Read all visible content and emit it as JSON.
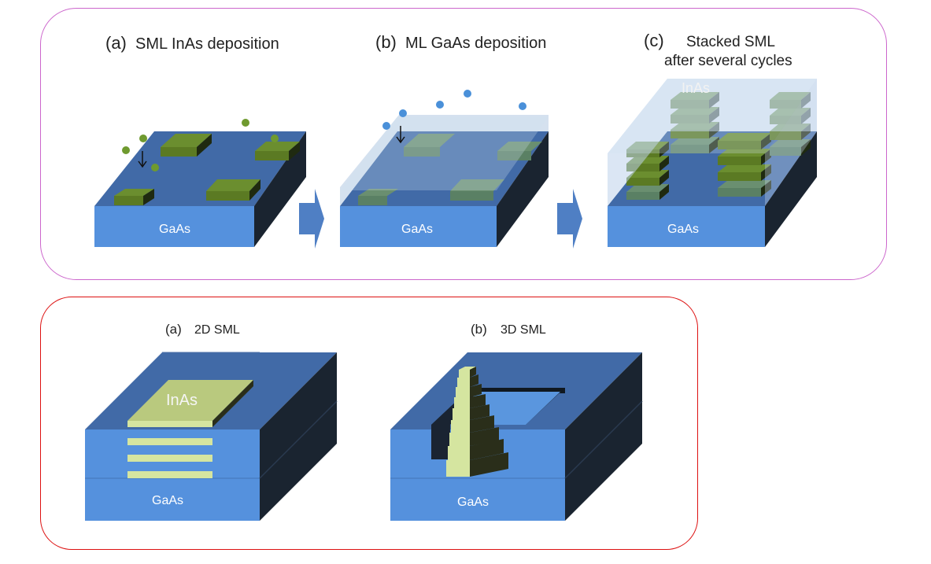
{
  "colors": {
    "substrate_front": "#5591dd",
    "substrate_top": "#416aa7",
    "substrate_side": "#1a2430",
    "inas_top": "#6b8e2f",
    "inas_front": "#5b7a23",
    "inas_side": "#1f2a10",
    "atom_green": "#6f9a2f",
    "atom_blue": "#4a90d9",
    "gaas_layer": "rgba(190,210,235,0.6)",
    "arrow": "#4f7fc4",
    "light_inas": "#d5e5a0",
    "top_border": "#cc66cc",
    "bottom_border": "#dd1111"
  },
  "top": {
    "a": {
      "tag": "(a)",
      "title": "SML InAs deposition",
      "substrate": "GaAs"
    },
    "b": {
      "tag": "(b)",
      "title": "ML GaAs deposition",
      "substrate": "GaAs"
    },
    "c": {
      "tag": "(c)",
      "title_line1": "Stacked SML",
      "title_line2": "after several cycles",
      "material": "InAs",
      "substrate": "GaAs"
    }
  },
  "bottom": {
    "a": {
      "tag": "(a)",
      "title": "2D SML",
      "material": "InAs",
      "substrate": "GaAs"
    },
    "b": {
      "tag": "(b)",
      "title": "3D SML",
      "substrate": "GaAs"
    }
  }
}
